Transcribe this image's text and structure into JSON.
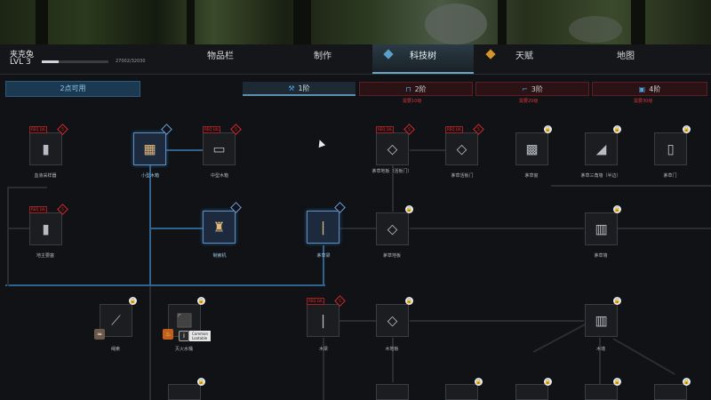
{
  "player": {
    "name": "夹克兔",
    "level": "LVL 3",
    "xp_text": "27002/32030",
    "xp_fraction": 0.25
  },
  "tabs": [
    {
      "label": "物品栏",
      "active": false
    },
    {
      "label": "制作",
      "active": false
    },
    {
      "label": "科技树",
      "active": true
    },
    {
      "label": "天赋",
      "active": false
    },
    {
      "label": "地图",
      "active": false
    }
  ],
  "points_label": "2点可用",
  "tiers": [
    {
      "label": "1阶",
      "icon": "hammer-icon",
      "requirement": ""
    },
    {
      "label": "2阶",
      "icon": "workbench-icon",
      "requirement": "需要10级"
    },
    {
      "label": "3阶",
      "icon": "stairs-icon",
      "requirement": "需要20级"
    },
    {
      "label": "4阶",
      "icon": "toolbox-icon",
      "requirement": "需要30级"
    }
  ],
  "req_badge_text": "REQ LVL",
  "req_level": "5",
  "nodes": [
    {
      "id": "n1",
      "label": "血液采样器",
      "state": "locked-level",
      "glyph": "▮"
    },
    {
      "id": "n2",
      "label": "小型木箱",
      "state": "unlocked",
      "glyph": "▦"
    },
    {
      "id": "n3",
      "label": "中型木箱",
      "state": "locked-level",
      "glyph": "▭"
    },
    {
      "id": "n4",
      "label": "地主要塞",
      "state": "locked-level",
      "glyph": "▮"
    },
    {
      "id": "n5",
      "label": "制索机",
      "state": "unlocked",
      "glyph": "♜"
    },
    {
      "id": "n6",
      "label": "茅草梁",
      "state": "unlocked",
      "glyph": "|"
    },
    {
      "id": "n7",
      "label": "茅草地板",
      "state": "locked",
      "glyph": "◇"
    },
    {
      "id": "n8",
      "label": "茅草墙",
      "state": "locked",
      "glyph": "▥"
    },
    {
      "id": "n9",
      "label": "茅草地板（活板门）",
      "state": "locked-level",
      "glyph": "◇"
    },
    {
      "id": "n10",
      "label": "茅草活板门",
      "state": "locked-level",
      "glyph": "◇"
    },
    {
      "id": "n11",
      "label": "茅草窗",
      "state": "locked",
      "glyph": "▩"
    },
    {
      "id": "n12",
      "label": "茅草三角墙（半边）",
      "state": "locked",
      "glyph": "◢"
    },
    {
      "id": "n13",
      "label": "茅草门",
      "state": "locked",
      "glyph": "▯"
    },
    {
      "id": "n14",
      "label": "绳索",
      "state": "locked",
      "glyph": "⟋"
    },
    {
      "id": "n15",
      "label": "灭火水桶",
      "state": "locked",
      "glyph": "⬛"
    },
    {
      "id": "n16",
      "label": "木梁",
      "state": "locked-level",
      "glyph": "|"
    },
    {
      "id": "n17",
      "label": "木地板",
      "state": "locked",
      "glyph": "◇"
    },
    {
      "id": "n18",
      "label": "木墙",
      "state": "locked",
      "glyph": "▥"
    }
  ],
  "tooltip_text": [
    "Common",
    "Lootable"
  ],
  "colors": {
    "accent_blue": "#5c8fbf",
    "locked_red": "#e0333a",
    "background": "#101215"
  }
}
